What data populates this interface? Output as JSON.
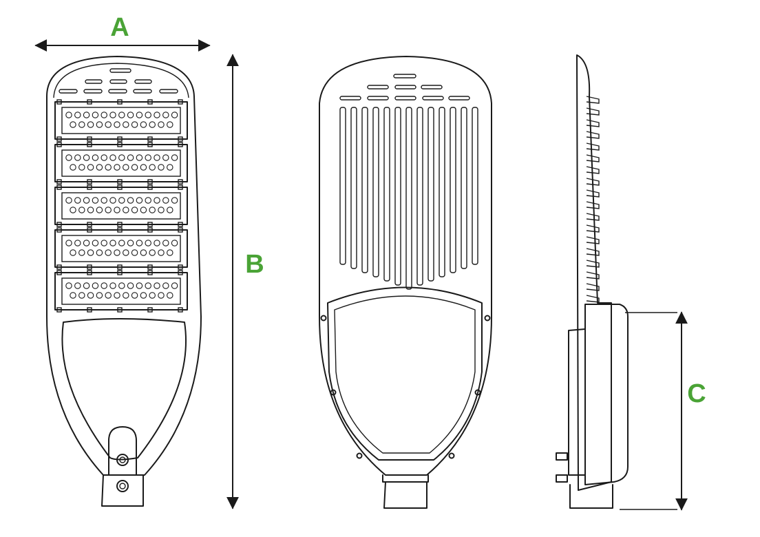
{
  "labels": {
    "width": "A",
    "height": "B",
    "body_height": "C"
  },
  "colors": {
    "label": "#4aa336",
    "line": "#1a1a1a",
    "background": "#ffffff"
  },
  "views": {
    "front": {
      "led_modules": 5,
      "leds_per_row": 13,
      "led_rows": 2
    },
    "back": {
      "fins": 13
    },
    "side": {}
  }
}
